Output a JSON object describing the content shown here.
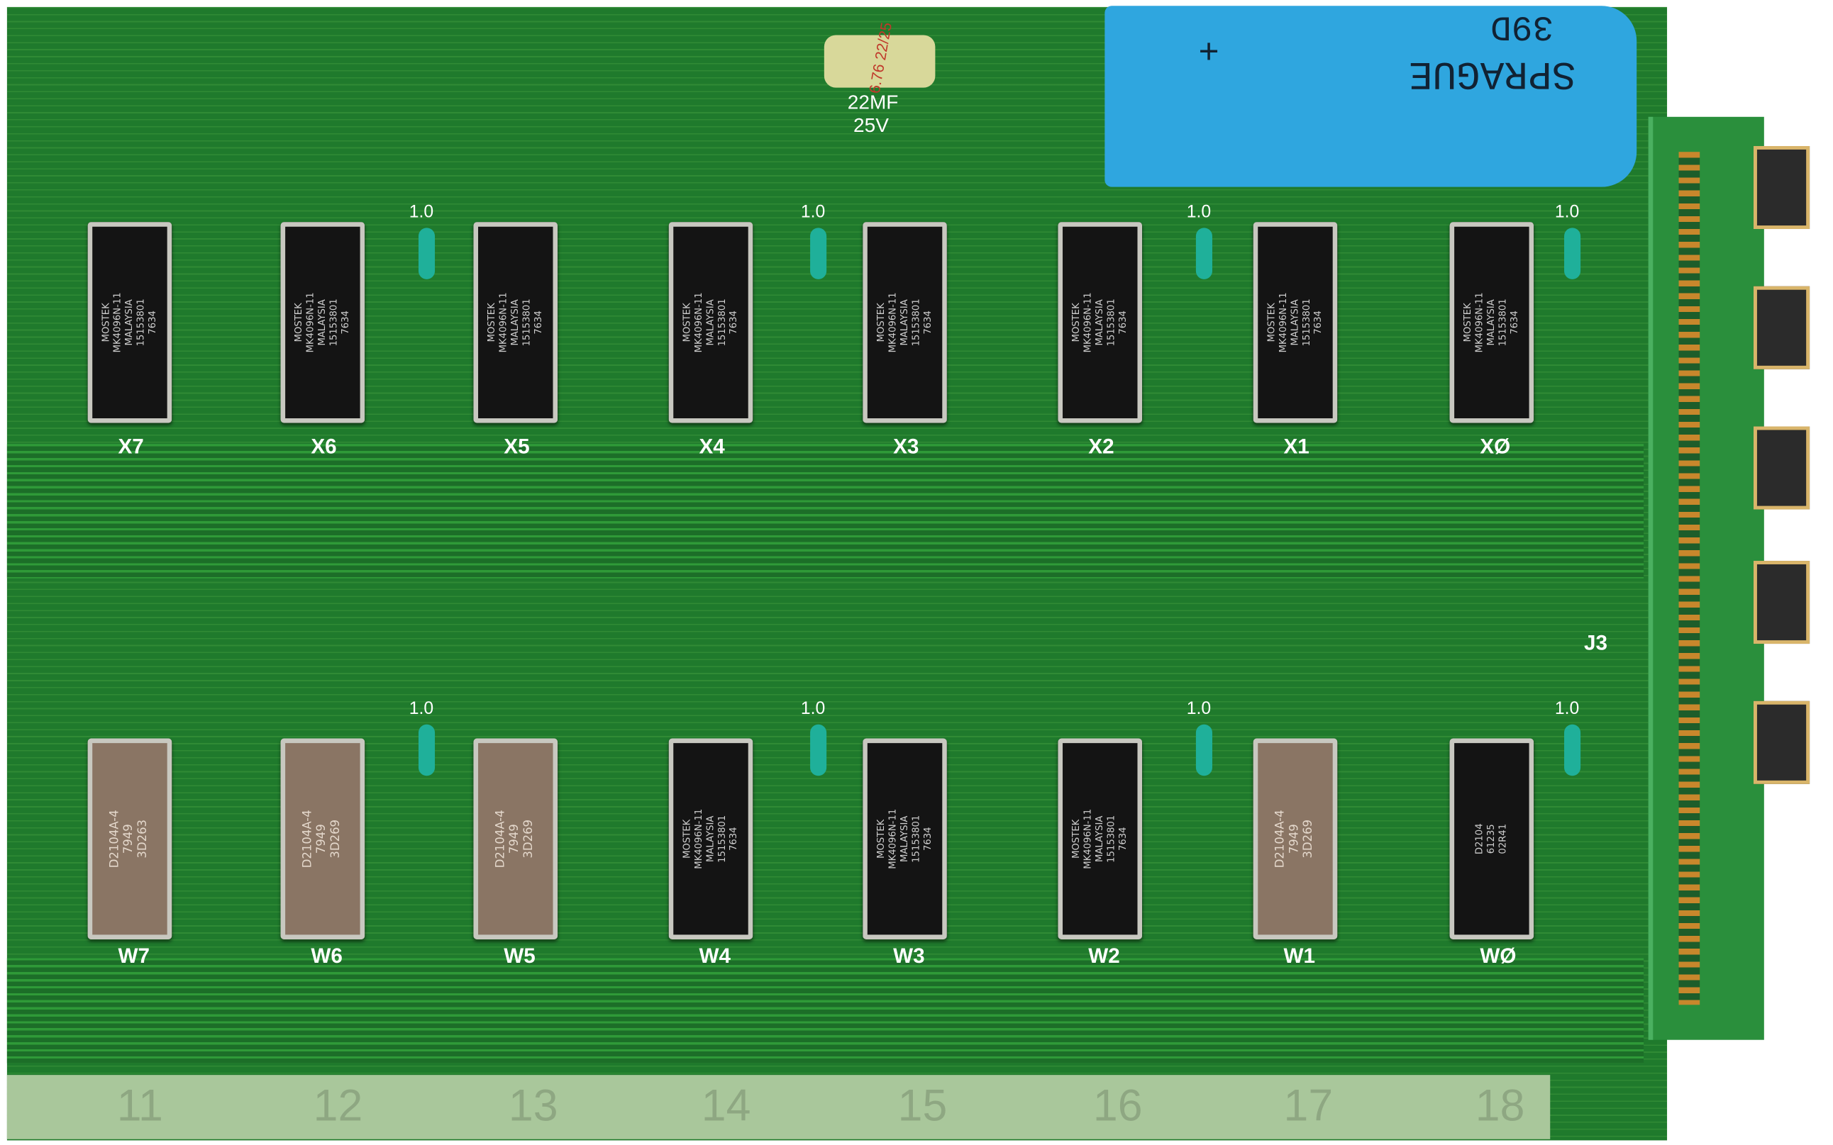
{
  "board_top": {
    "capacitor_small": {
      "value": "22MF",
      "voltage": "25V",
      "marking": "6.76 22/25"
    },
    "capacitor_large": {
      "brand": "SPRAGUE",
      "marking": "39D",
      "polarity": "+"
    },
    "connector_label": "J3",
    "resistor_label": "1.0"
  },
  "row_x": [
    {
      "label": "X7",
      "type": "black",
      "text": [
        "MOSTEK",
        "MK4096N-11",
        "MALAYSIA",
        "15153801",
        "7634"
      ]
    },
    {
      "label": "X6",
      "type": "black",
      "text": [
        "MOSTEK",
        "MK4096N-11",
        "MALAYSIA",
        "15153801",
        "7634"
      ]
    },
    {
      "label": "X5",
      "type": "black",
      "text": [
        "MOSTEK",
        "MK4096N-11",
        "MALAYSIA",
        "15153801",
        "7634"
      ]
    },
    {
      "label": "X4",
      "type": "black",
      "text": [
        "MOSTEK",
        "MK4096N-11",
        "MALAYSIA",
        "15153801",
        "7634"
      ]
    },
    {
      "label": "X3",
      "type": "black",
      "text": [
        "MOSTEK",
        "MK4096N-11",
        "MALAYSIA",
        "15153801",
        "7634"
      ]
    },
    {
      "label": "X2",
      "type": "black",
      "text": [
        "MOSTEK",
        "MK4096N-11",
        "MALAYSIA",
        "15153801",
        "7634"
      ]
    },
    {
      "label": "X1",
      "type": "black",
      "text": [
        "MOSTEK",
        "MK4096N-11",
        "MALAYSIA",
        "15153801",
        "7634"
      ]
    },
    {
      "label": "XØ",
      "type": "black",
      "text": [
        "MOSTEK",
        "MK4096N-11",
        "MALAYSIA",
        "15153801",
        "7634"
      ]
    }
  ],
  "row_w": [
    {
      "label": "W7",
      "type": "brown",
      "text": [
        "D2104A-4",
        "7949",
        "3D263"
      ]
    },
    {
      "label": "W6",
      "type": "brown",
      "text": [
        "D2104A-4",
        "7949",
        "3D269"
      ]
    },
    {
      "label": "W5",
      "type": "brown",
      "text": [
        "D2104A-4",
        "7949",
        "3D269"
      ]
    },
    {
      "label": "W4",
      "type": "black",
      "text": [
        "MOSTEK",
        "MK4096N-11",
        "MALAYSIA",
        "15153801",
        "7634"
      ]
    },
    {
      "label": "W3",
      "type": "black",
      "text": [
        "MOSTEK",
        "MK4096N-11",
        "MALAYSIA",
        "15153801",
        "7634"
      ]
    },
    {
      "label": "W2",
      "type": "black",
      "text": [
        "MOSTEK",
        "MK4096N-11",
        "MALAYSIA",
        "15153801",
        "7634"
      ]
    },
    {
      "label": "W1",
      "type": "brown",
      "text": [
        "D2104A-4",
        "7949",
        "3D269"
      ]
    },
    {
      "label": "WØ",
      "type": "black",
      "text": [
        "D2104",
        "61235",
        "02R41"
      ]
    }
  ],
  "bottom_numbers": [
    "11",
    "12",
    "13",
    "14",
    "15",
    "16",
    "17",
    "18"
  ]
}
